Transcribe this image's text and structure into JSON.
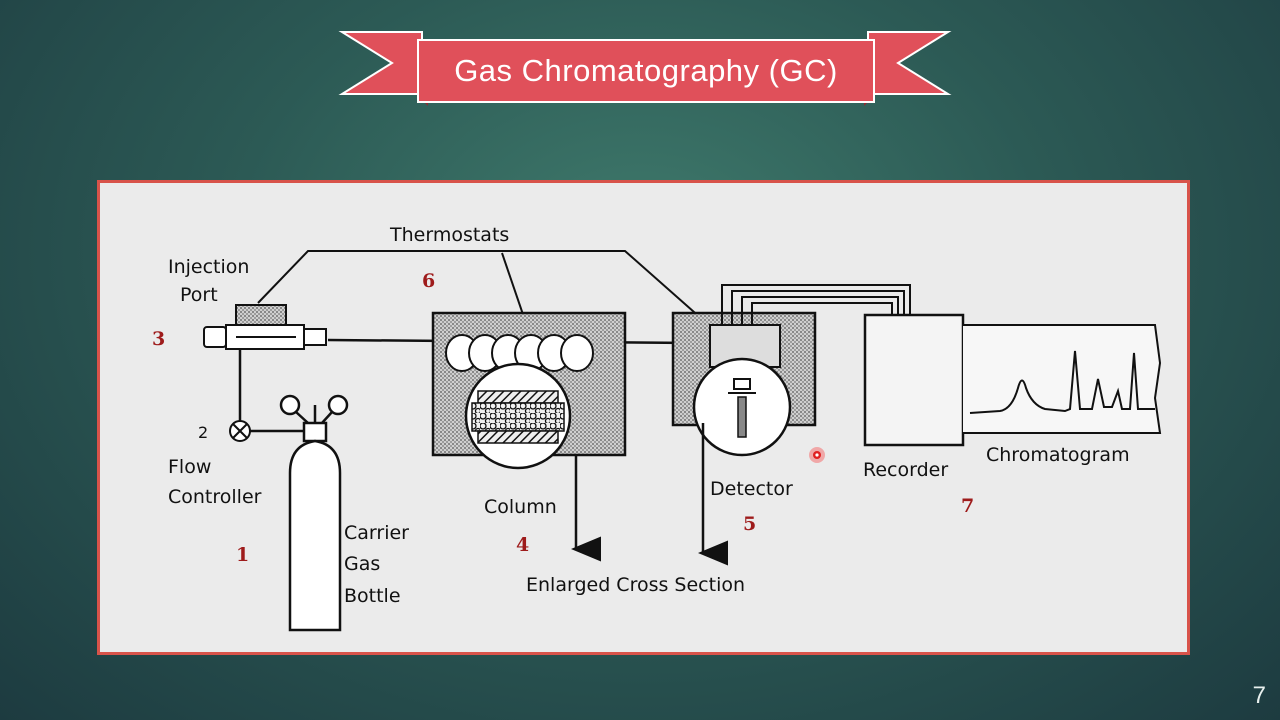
{
  "slide": {
    "title": "Gas Chromatography (GC)",
    "page_number": "7"
  },
  "diagram": {
    "labels": {
      "thermostats": "Thermostats",
      "injection_port_line1": "Injection",
      "injection_port_line2": "Port",
      "flow_controller_line1": "Flow",
      "flow_controller_line2": "Controller",
      "carrier_line1": "Carrier",
      "carrier_line2": "Gas",
      "carrier_line3": "Bottle",
      "column": "Column",
      "detector": "Detector",
      "enlarged": "Enlarged Cross Section",
      "recorder": "Recorder",
      "chromatogram": "Chromatogram"
    },
    "numbers": {
      "n1": "1",
      "n2": "2",
      "n3": "3",
      "n4": "4",
      "n5": "5",
      "n6": "6",
      "n7": "7"
    }
  },
  "colors": {
    "banner": "#e0505a",
    "panel_border": "#d8534a",
    "number_red": "#9e1b1b",
    "pointer": "#e02020"
  }
}
